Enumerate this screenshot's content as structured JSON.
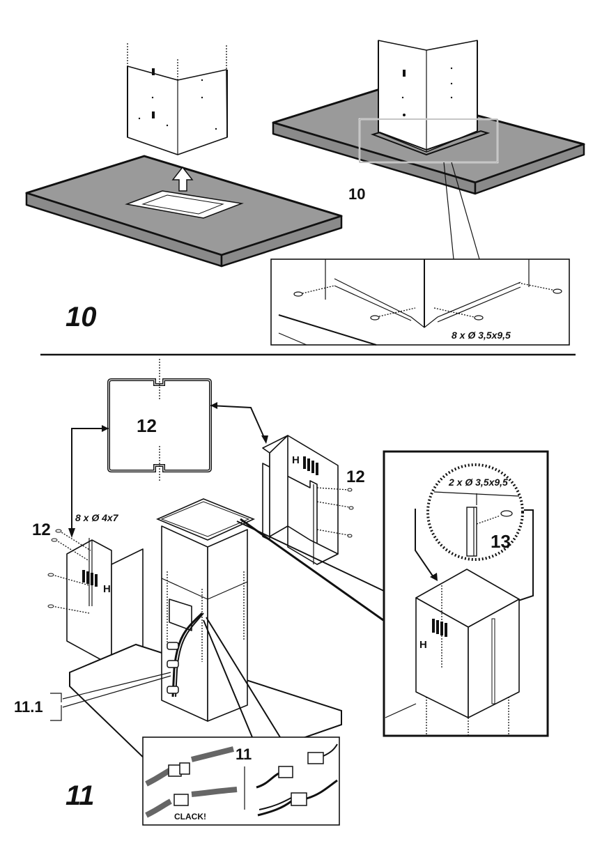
{
  "step_10": {
    "step_number": "10",
    "callout_number": "10",
    "screw_spec": "8 x Ø 3,5x9,5"
  },
  "step_11": {
    "step_number": "11",
    "callout_number": "11",
    "part_label": "11.1",
    "connector_sound": "CLACK!"
  },
  "step_12": {
    "profile_label": "12",
    "panel_right_label": "12",
    "panel_left_label": "12",
    "panel_mark": "H",
    "screw_spec": "8 x Ø 4x7"
  },
  "step_13": {
    "callout_number": "13",
    "panel_mark": "H",
    "screw_spec": "2 x Ø 3,5x9,5"
  },
  "colors": {
    "ink": "#111111",
    "plate_grey": "#9a9a9a",
    "background": "#ffffff"
  }
}
